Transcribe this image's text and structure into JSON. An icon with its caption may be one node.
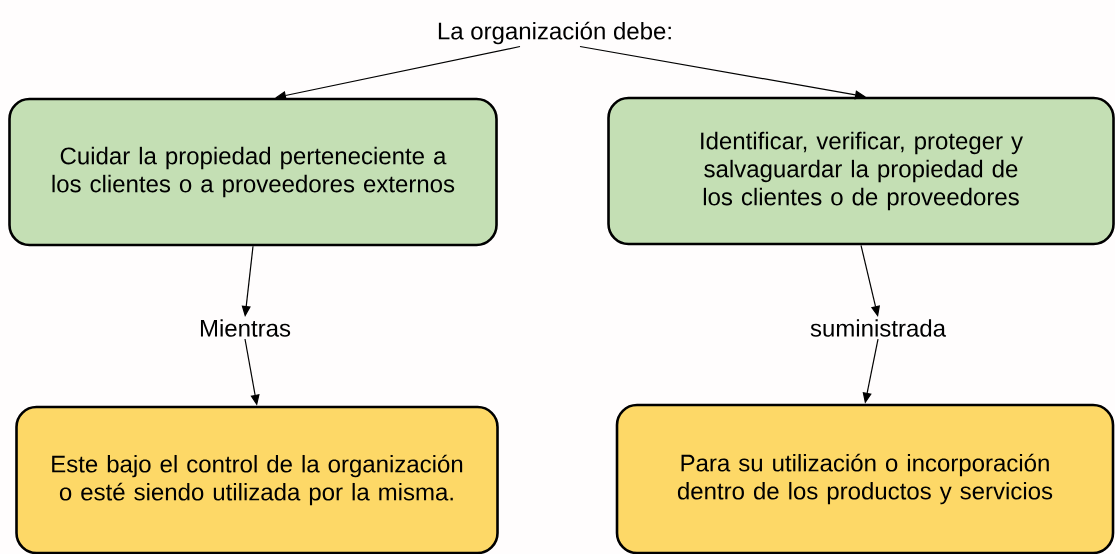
{
  "diagram": {
    "nodes": [
      {
        "text": [
          "La organización debe:"
        ]
      },
      {
        "text": [
          "Cuidar la propiedad perteneciente a los clientes o a proveedores externos"
        ]
      },
      {
        "text": [
          "Identificar, verificar, proteger y salvaguardar la propiedad de los clientes o de proveedores"
        ]
      },
      {
        "text": [
          "Mientras"
        ]
      },
      {
        "text": [
          "suministrada"
        ]
      },
      {
        "text": [
          "Este bajo el control de la organización o esté siendo utilizada por la misma."
        ]
      },
      {
        "text": [
          "Para su utilización o incorporación dentro de los productos y servicios"
        ]
      }
    ],
    "edges": [
      {
        "from": 0,
        "to": 1,
        "arrow": "to"
      },
      {
        "from": 0,
        "to": 2,
        "arrow": "to"
      },
      {
        "from": 1,
        "to": 3,
        "arrow": "to"
      },
      {
        "from": 3,
        "to": 5,
        "arrow": "to"
      },
      {
        "from": 2,
        "to": 4,
        "arrow": "to"
      },
      {
        "from": 4,
        "to": 6,
        "arrow": "to"
      }
    ]
  }
}
